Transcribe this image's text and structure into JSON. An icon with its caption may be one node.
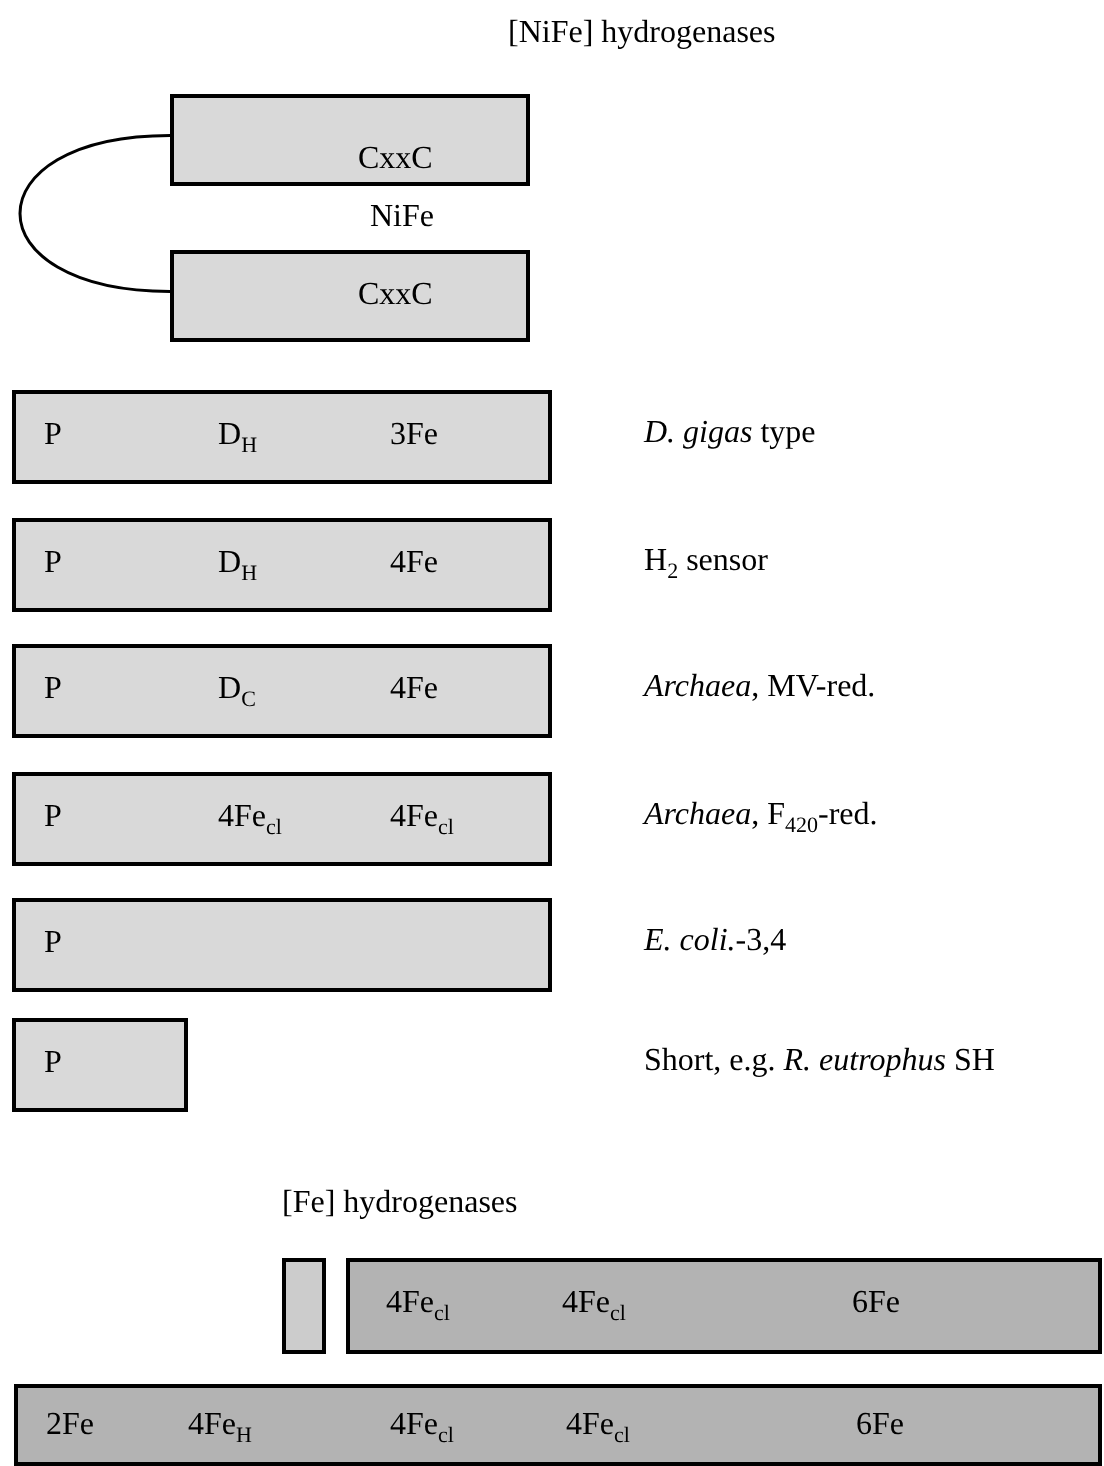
{
  "diagram": {
    "nodes": [
      {
        "text": [
          "CxxC"
        ]
      },
      {
        "text": [
          "CxxC"
        ]
      },
      {
        "text": [
          "P",
          "D$_{H}$",
          "3Fe"
        ],
        "beside": [
          "*D. gigas* type"
        ]
      },
      {
        "text": [
          "P",
          "D$_{H}$",
          "4Fe"
        ],
        "beside": [
          "H$_{2}$ sensor"
        ]
      },
      {
        "text": [
          "P",
          "D$_{C}$",
          "4Fe"
        ],
        "beside": [
          "*Archaea*, MV-red."
        ]
      },
      {
        "text": [
          "P",
          "4Fe$_{cl}$",
          "4Fe$_{cl}$"
        ],
        "beside": [
          "*Archaea*, F$_{420}$-red."
        ]
      },
      {
        "text": [
          "P"
        ],
        "beside": [
          "*E. coli.*-3,4"
        ]
      },
      {
        "text": [
          "P"
        ]
      },
      {
        "text": [],
        "shape": "box"
      },
      {
        "text": [
          "4Fe$_{cl}$",
          "4Fe$_{cl}$",
          "6Fe"
        ]
      },
      {
        "text": [
          "2Fe",
          "4Fe$_{H}$",
          "4Fe$_{cl}$",
          "4Fe$_{cl}$",
          "6Fe"
        ]
      }
    ],
    "edges": [
      {
        "from": 0,
        "to": 1,
        "arrow": "none"
      }
    ],
    "labels": [
      "[NiFe] hydrogenases",
      "NiFe",
      "Short, e.g. *R. eutrophus* SH",
      "[Fe] hydrogenases"
    ]
  }
}
